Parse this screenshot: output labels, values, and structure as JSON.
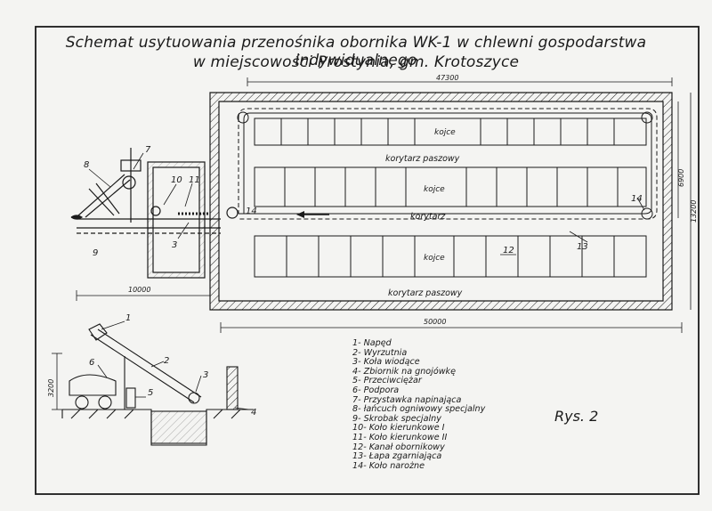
{
  "title": {
    "line1": "Schemat usytuowania przenośnika obornika WK-1 w chlewni gospodarstwa indywidualnego",
    "line2": "w miejscowości Prostynia, gm. Krotoszyce"
  },
  "plan": {
    "dimensions": {
      "top_width": "47300",
      "bottom_width": "50000",
      "left_extension": "10000",
      "inner_height": "6900",
      "outer_height": "13200",
      "side_view_height": "3200"
    },
    "area_labels": {
      "kojce_top": "kojce",
      "korytarz_paszowy_top": "korytarz paszowy",
      "kojce_middle": "kojce",
      "korytarz": "korytarz",
      "kojce_bottom": "kojce",
      "korytarz_paszowy_bottom": "korytarz paszowy"
    },
    "part_numbers": [
      "7",
      "8",
      "10",
      "11",
      "3",
      "9",
      "14",
      "14",
      "12",
      "13"
    ]
  },
  "side_view": {
    "part_numbers": [
      "1",
      "2",
      "3",
      "4",
      "5",
      "6"
    ]
  },
  "legend": [
    "1- Napęd",
    "2- Wyrzutnia",
    "3- Koła wiodące",
    "4- Zbiornik na gnojówkę",
    "5- Przeciwciężar",
    "6- Podpora",
    "7- Przystawka napinająca",
    "8- łańcuch ogniwowy specjalny",
    "9- Skrobak specjalny",
    "10- Koło kierunkowe I",
    "11- Koło kierunkowe II",
    "12- Kanał obornikowy",
    "13- Łapa zgarniająca",
    "14- Koło narożne"
  ],
  "figure_label": "Rys. 2",
  "colors": {
    "ink": "#1a1a1a",
    "paper": "#f4f4f2"
  }
}
